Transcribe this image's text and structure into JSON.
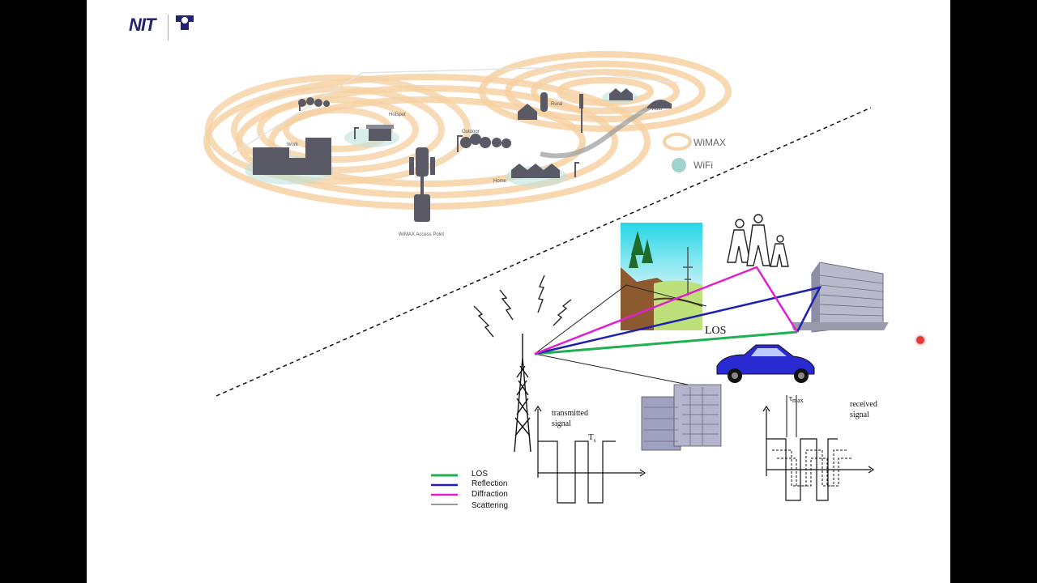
{
  "logo": {
    "text": "NIT"
  },
  "wimax": {
    "labels": {
      "work": "Work",
      "hotspot": "Hotspot",
      "outdoor": "Outdoor",
      "rural": "Rural",
      "auto": "Auto",
      "home": "Home",
      "access_point": "WiMAX Access Point"
    },
    "legend": [
      {
        "label": "WiMAX",
        "color": "#f7cf9c"
      },
      {
        "label": "WiFi",
        "color": "#9fd3cb"
      }
    ]
  },
  "propagation": {
    "los_label": "LOS",
    "transmitted": [
      "transmitted",
      "signal"
    ],
    "ts_label": "T",
    "ts_sub": "s",
    "tmax_label": "τ",
    "tmax_sub": "max",
    "received": [
      "received",
      "signal"
    ],
    "legend": [
      {
        "label": "LOS",
        "color": "#1fb04f"
      },
      {
        "label": "Reflection",
        "color": "#2020b0"
      },
      {
        "label": "Diffraction",
        "color": "#e020d0"
      },
      {
        "label": "Scattering",
        "color": "#333333"
      }
    ]
  }
}
